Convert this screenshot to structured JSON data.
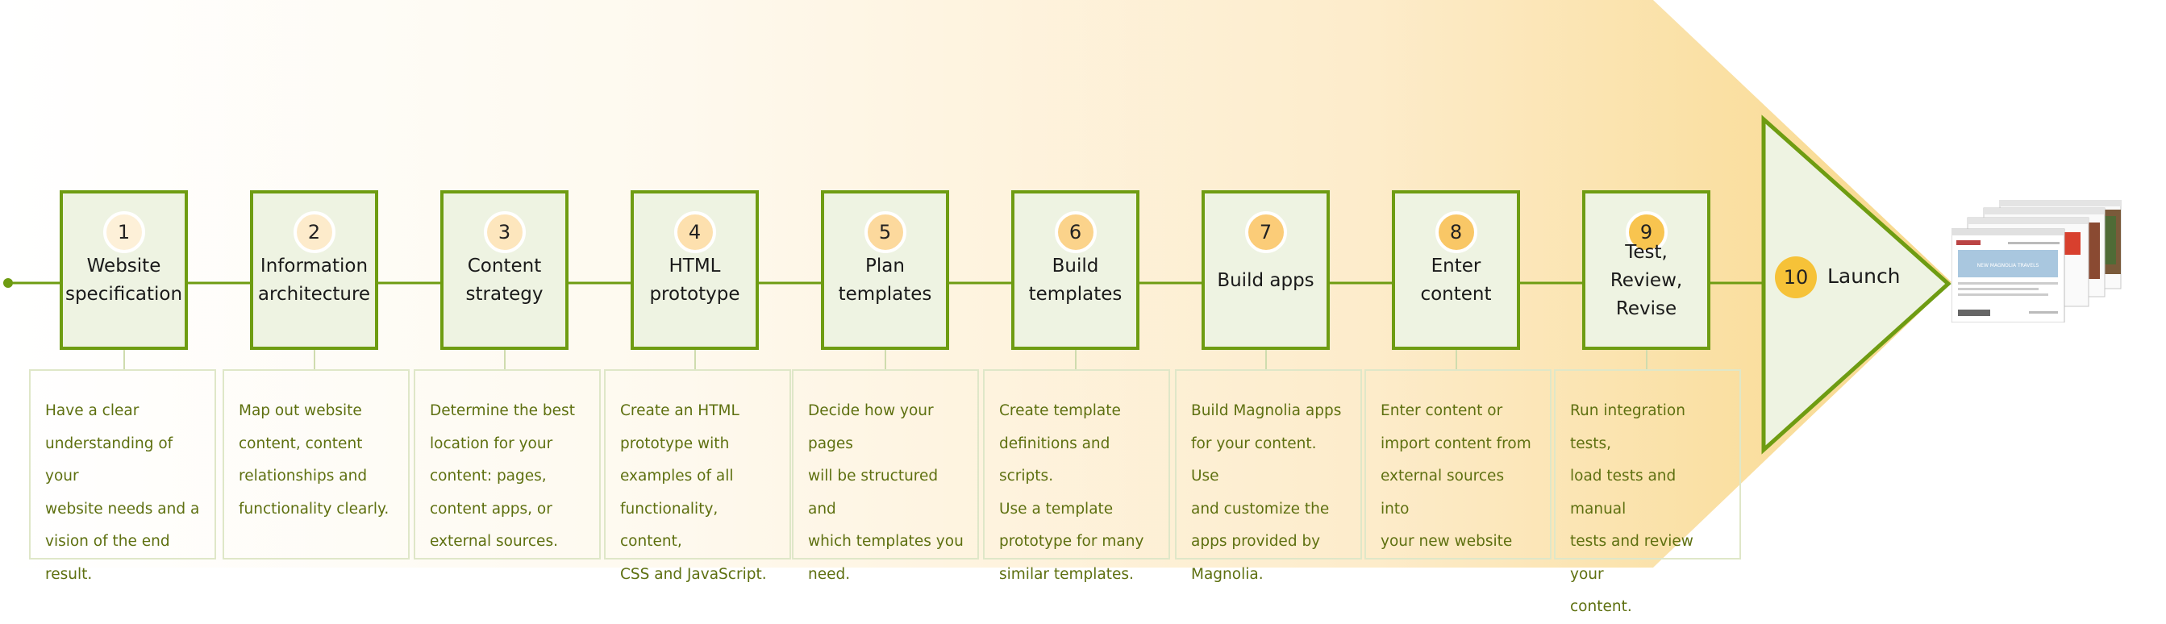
{
  "steps": [
    {
      "num": "1",
      "title": "Website specification",
      "desc": [
        "Have a clear",
        "understanding of your",
        "website needs and a",
        "vision of the end",
        "result."
      ]
    },
    {
      "num": "2",
      "title": "Information architecture",
      "desc": [
        "Map out website",
        "content, content",
        "relationships and",
        "functionality clearly."
      ]
    },
    {
      "num": "3",
      "title": "Content strategy",
      "desc": [
        "Determine the best",
        "location for your",
        "content: pages,",
        "content apps, or",
        "external sources."
      ]
    },
    {
      "num": "4",
      "title": "HTML prototype",
      "desc": [
        " Create an HTML",
        "prototype with",
        "examples of all",
        "functionality, content,",
        "CSS and JavaScript."
      ]
    },
    {
      "num": "5",
      "title": "Plan templates",
      "desc": [
        "Decide how your pages",
        "will be structured and",
        "which templates you",
        "need."
      ]
    },
    {
      "num": "6",
      "title": "Build templates",
      "desc": [
        "Create template",
        "definitions and scripts.",
        "Use a template",
        "prototype for many",
        "similar templates."
      ]
    },
    {
      "num": "7",
      "title": "Build apps",
      "desc": [
        "Build Magnolia apps",
        "for your content. Use",
        "and customize the",
        "apps provided by",
        "Magnolia."
      ]
    },
    {
      "num": "8",
      "title": "Enter content",
      "desc": [
        "Enter content or",
        "import content from",
        "external sources into",
        "your new website"
      ]
    },
    {
      "num": "9",
      "title": "Test, Review, Revise",
      "desc": [
        "Run integration tests,",
        "load tests and manual",
        "tests and review your",
        "content."
      ]
    }
  ],
  "launch": {
    "num": "10",
    "label": "Launch"
  },
  "screenshot": {
    "banner": "NEW MAGNOLIA TRAVELS"
  },
  "colors": {
    "box_border": "#6e9c12",
    "box_fill": "#eef3e2",
    "desc_text": "#5e7010",
    "accent_light": "#fdebc6",
    "accent_strong": "#f6c238",
    "band_end": "#f8d88a"
  }
}
